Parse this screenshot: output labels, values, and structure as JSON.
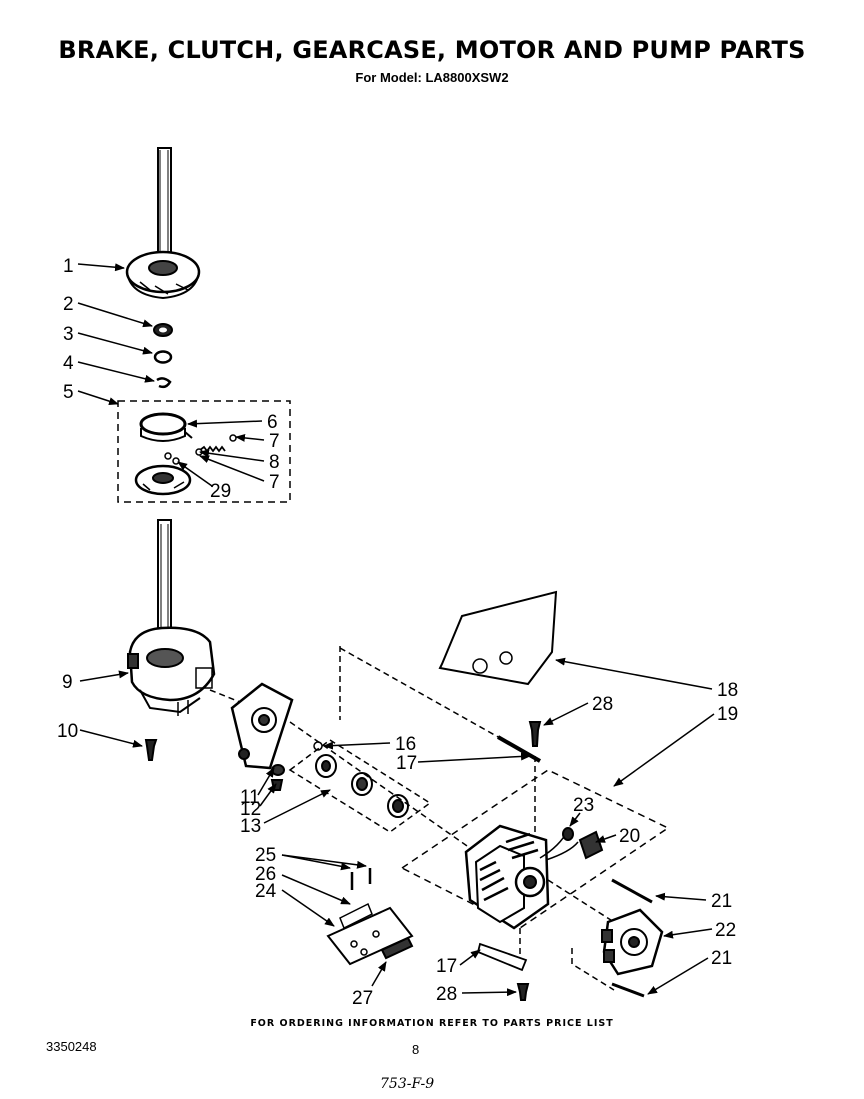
{
  "title": "BRAKE, CLUTCH, GEARCASE, MOTOR AND PUMP PARTS",
  "subtitle": "For Model: LA8800XSW2",
  "footer": "FOR ORDERING INFORMATION REFER TO PARTS PRICE LIST",
  "doc_number": "3350248",
  "page_number": "8",
  "handwritten_note": "753-F-9",
  "callouts": {
    "c1": "1",
    "c2": "2",
    "c3": "3",
    "c4": "4",
    "c5": "5",
    "c6": "6",
    "c7a": "7",
    "c8": "8",
    "c7b": "7",
    "c29": "29",
    "c9": "9",
    "c10": "10",
    "c11": "11",
    "c12": "12",
    "c13": "13",
    "c16": "16",
    "c17a": "17",
    "c18": "18",
    "c19": "19",
    "c28a": "28",
    "c23": "23",
    "c20": "20",
    "c21a": "21",
    "c22": "22",
    "c21b": "21",
    "c25": "25",
    "c26": "26",
    "c24": "24",
    "c27": "27",
    "c17b": "17",
    "c28b": "28"
  }
}
